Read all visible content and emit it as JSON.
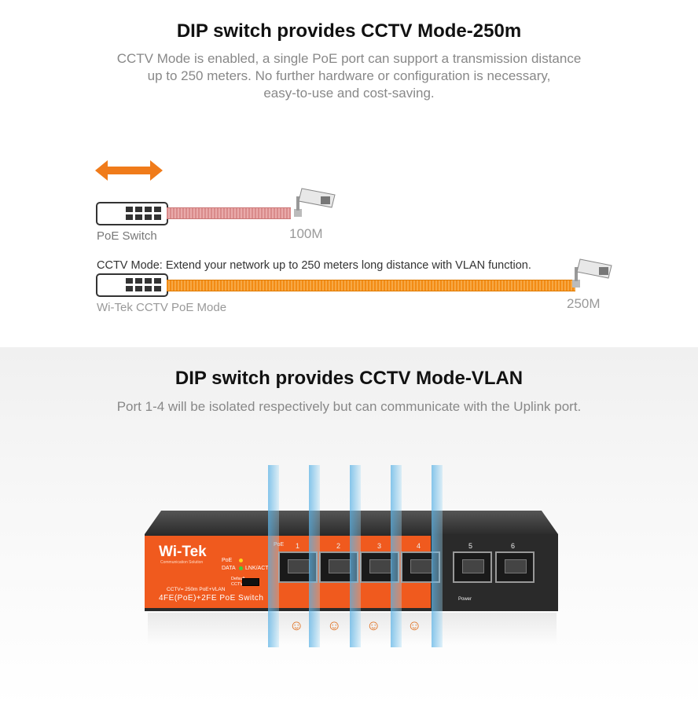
{
  "section1": {
    "title": "DIP switch provides CCTV Mode-250m",
    "subtitle_lines": [
      "CCTV Mode is enabled, a single PoE port can support a transmission distance",
      "up to 250 meters. No further hardware or configuration is necessary,",
      "easy-to-use and cost-saving."
    ],
    "normal_label": "PoE Switch",
    "normal_distance": "100M",
    "cctv_caption": "CCTV Mode: Extend your  network up to 250 meters long distance with VLAN function.",
    "cctv_label": "Wi-Tek CCTV PoE Mode",
    "cctv_distance": "250M",
    "colors": {
      "arrow": "#f07b1a",
      "cable_normal": "#e3a0a0",
      "cable_cctv": "#f39a2a"
    }
  },
  "section2": {
    "title": "DIP switch provides CCTV Mode-VLAN",
    "subtitle": "Port 1-4 will be isolated respectively but can communicate with the Uplink port."
  },
  "device": {
    "brand": "Wi-Tek",
    "brand_tagline": "Communication Solution",
    "led_poe": "PoE",
    "led_data": "DATA",
    "led_lnk": "LNK/ACT",
    "dip_default": "Default",
    "dip_cctv": "CCTV",
    "dip_note": "CCTV= 250m PoE+VLAN",
    "model": "4FE(PoE)+2FE PoE Switch",
    "poe_label": "PoE",
    "ports": [
      "1",
      "2",
      "3",
      "4",
      "5",
      "6"
    ],
    "power_label": "Power",
    "colors": {
      "panel": "#f05a1e",
      "body": "#2a2a2a",
      "beam": "#6bb8e6"
    }
  }
}
